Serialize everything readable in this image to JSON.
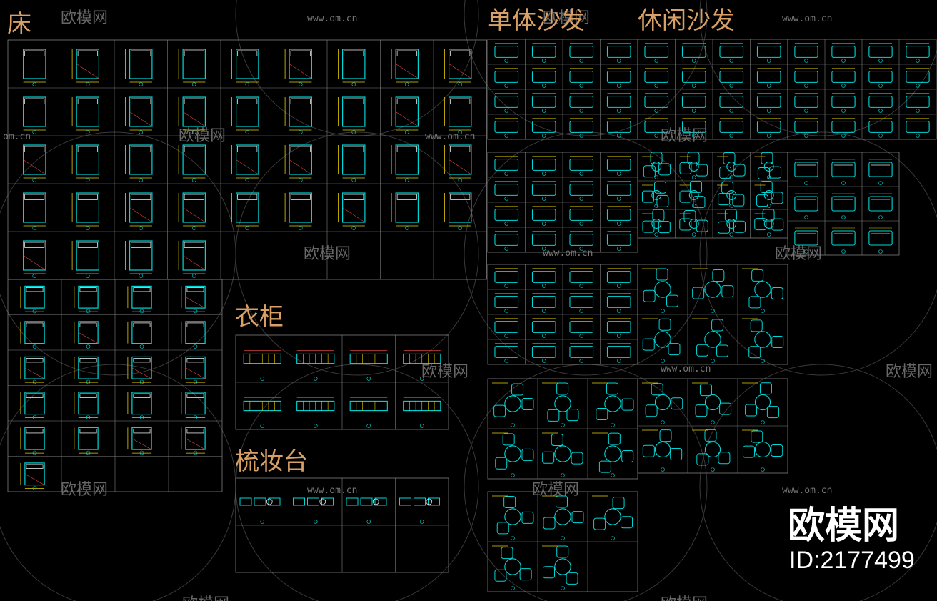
{
  "sections": {
    "bed": "床",
    "single_sofa": "单体沙发",
    "leisure_sofa": "休闲沙发",
    "wardrobe": "衣柜",
    "dresser": "梳妆台"
  },
  "watermark": {
    "site": "www.om.cn",
    "site_alt": "om.cn",
    "brand": "欧模网"
  },
  "branding": {
    "name": "欧模网",
    "id": "ID:2177499"
  },
  "colors": {
    "background": "#000000",
    "grid_line": "#7f7f7f",
    "title": "#d9a066",
    "cad_cyan": "#00d7d7",
    "cad_yellow": "#e6d000",
    "cad_red": "#d04040",
    "cad_white": "#e8e8e8",
    "watermark": "#8a8a8a"
  }
}
